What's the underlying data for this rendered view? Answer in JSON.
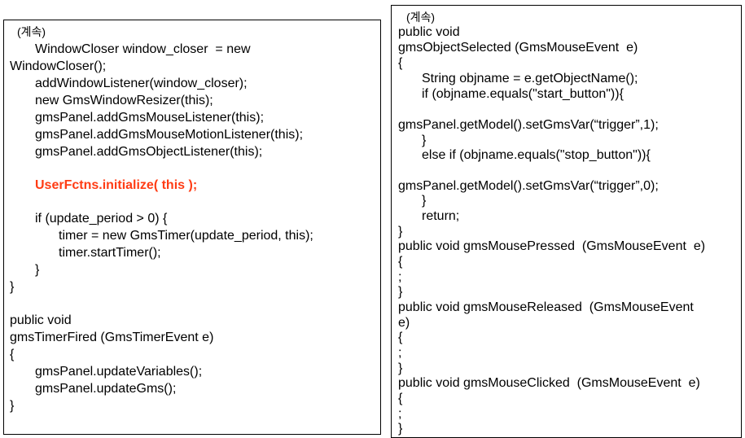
{
  "left_panel": {
    "label": "(계속)",
    "lines": [
      "WindowCloser window_closer  = new",
      "WindowCloser();",
      "addWindowListener(window_closer);",
      "new GmsWindowResizer(this);",
      "gmsPanel.addGmsMouseListener(this);",
      "gmsPanel.addGmsMouseMotionListener(this);",
      "gmsPanel.addGmsObjectListener(this);",
      "UserFctns.initialize( this );",
      "if (update_period > 0) {",
      "timer = new GmsTimer(update_period, this);",
      "timer.startTimer();",
      "}",
      "}",
      "public void",
      "gmsTimerFired (GmsTimerEvent e)",
      "{",
      "gmsPanel.updateVariables();",
      "gmsPanel.updateGms();",
      "}"
    ],
    "highlight_color": "#ff3c14"
  },
  "right_panel": {
    "label": "(계속)",
    "lines": [
      "public void",
      "gmsObjectSelected (GmsMouseEvent  e)",
      "{",
      "String objname = e.getObjectName();",
      "if (objname.equals(\"start_button\")){",
      "gmsPanel.getModel().setGmsVar(“trigger”,1);",
      "}",
      "else if (objname.equals(\"stop_button\")){",
      "gmsPanel.getModel().setGmsVar(“trigger”,0);",
      "}",
      "return;",
      "}",
      "public void gmsMousePressed  (GmsMouseEvent  e)",
      "{",
      ";",
      "}",
      "public void gmsMouseReleased  (GmsMouseEvent",
      "e)",
      "{",
      ";",
      "}",
      "public void gmsMouseClicked  (GmsMouseEvent  e)",
      "{",
      ";",
      "}"
    ]
  }
}
